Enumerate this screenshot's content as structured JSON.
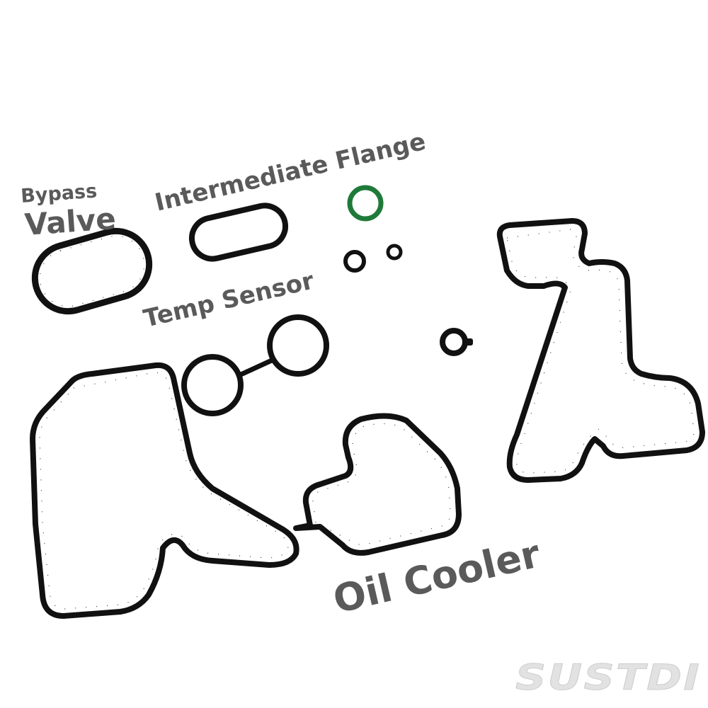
{
  "labels": {
    "bypass_line1": "Bypass",
    "bypass_line2": "Valve",
    "intermediate_flange": "Intermediate Flange",
    "temp_sensor": "Temp Sensor",
    "oil_cooler": "Oil Cooler"
  },
  "watermark": {
    "text": "SUSTDI"
  },
  "colors": {
    "background": "#ffffff",
    "gasket": "#111111",
    "label": "#5a5a5a",
    "o_ring_green": "#1f7a3a",
    "watermark": "#e2e2e2"
  }
}
